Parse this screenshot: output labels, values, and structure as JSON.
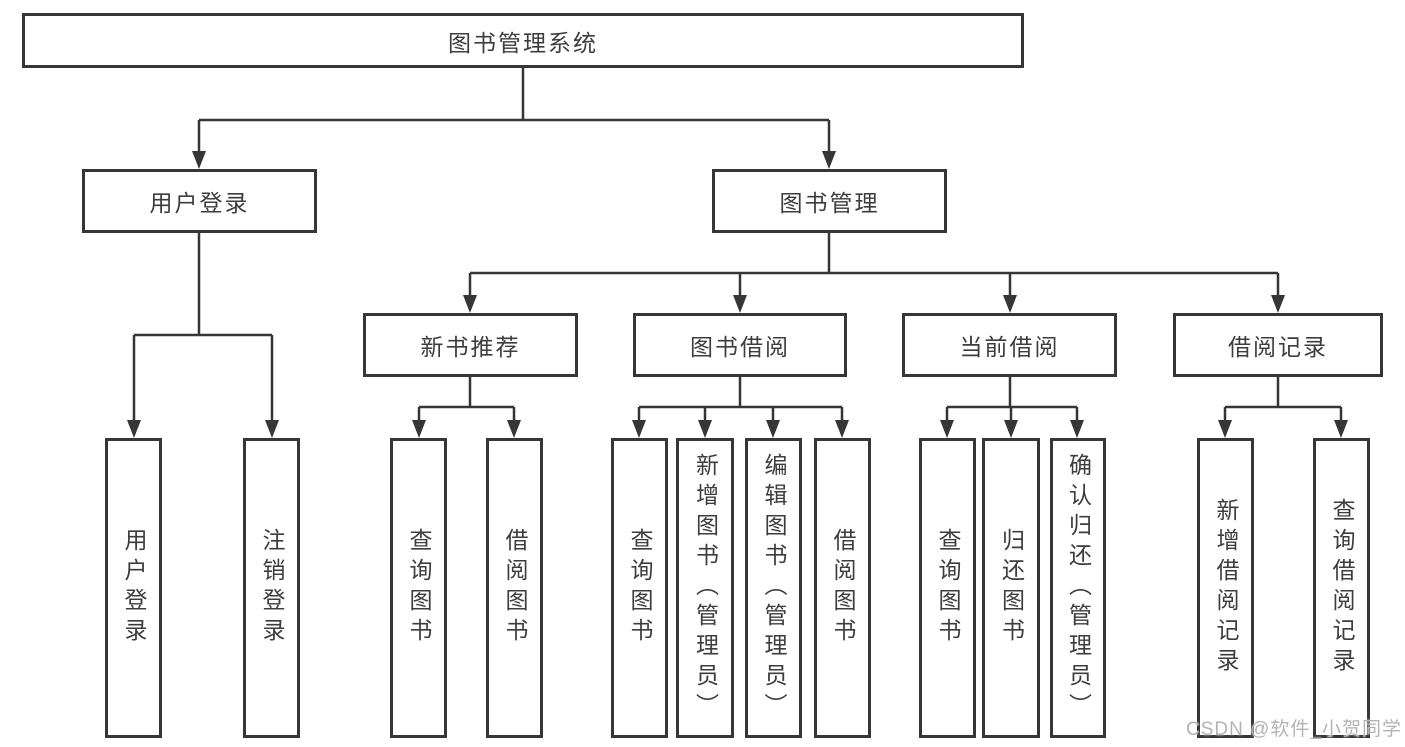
{
  "colors": {
    "line": "#363636",
    "box_border": "#363636",
    "box_fill": "#ffffff",
    "text": "#3d3d3d",
    "watermark": "#b3b3b3",
    "background": "#ffffff"
  },
  "tree": {
    "label": "图书管理系统",
    "children": [
      {
        "label": "用户登录",
        "children": [
          {
            "label": "用户登录"
          },
          {
            "label": "注销登录"
          }
        ]
      },
      {
        "label": "图书管理",
        "children": [
          {
            "label": "新书推荐",
            "children": [
              {
                "label": "查询图书"
              },
              {
                "label": "借阅图书"
              }
            ]
          },
          {
            "label": "图书借阅",
            "children": [
              {
                "label": "查询图书"
              },
              {
                "label": "新增图书（管理员）"
              },
              {
                "label": "编辑图书（管理员）"
              },
              {
                "label": "借阅图书"
              }
            ]
          },
          {
            "label": "当前借阅",
            "children": [
              {
                "label": "查询图书"
              },
              {
                "label": "归还图书"
              },
              {
                "label": "确认归还（管理员）"
              }
            ]
          },
          {
            "label": "借阅记录",
            "children": [
              {
                "label": "新增借阅记录"
              },
              {
                "label": "查询借阅记录"
              }
            ]
          }
        ]
      }
    ]
  },
  "watermark": {
    "label": "CSDN @软件_小贺同学"
  }
}
